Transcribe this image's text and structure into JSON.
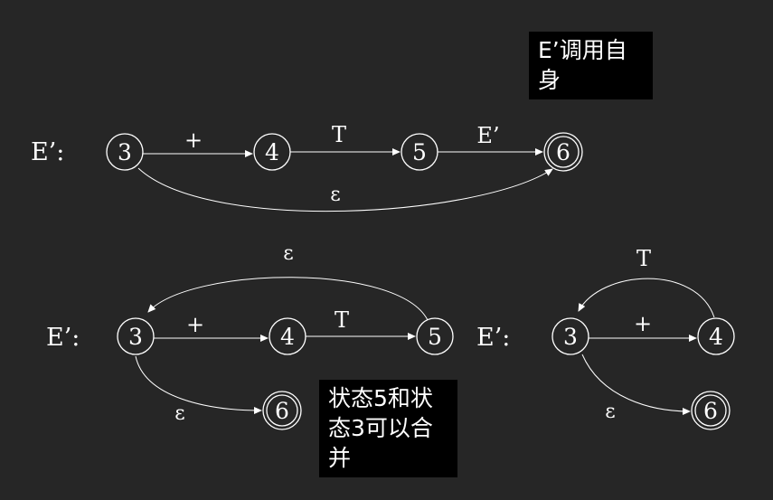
{
  "colors": {
    "background": "#262626",
    "stroke": "#ffffff",
    "note_background": "#000000"
  },
  "diagrams": [
    {
      "label": "E’:",
      "states": [
        {
          "id": "a3",
          "label": "3",
          "accepting": false
        },
        {
          "id": "a4",
          "label": "4",
          "accepting": false
        },
        {
          "id": "a5",
          "label": "5",
          "accepting": false
        },
        {
          "id": "a6",
          "label": "6",
          "accepting": true
        }
      ],
      "transitions": [
        {
          "from": "3",
          "to": "4",
          "label": "+"
        },
        {
          "from": "4",
          "to": "5",
          "label": "T"
        },
        {
          "from": "5",
          "to": "6",
          "label": "E’"
        },
        {
          "from": "3",
          "to": "6",
          "label": "ε"
        }
      ]
    },
    {
      "label": "E’:",
      "states": [
        {
          "id": "b3",
          "label": "3",
          "accepting": false
        },
        {
          "id": "b4",
          "label": "4",
          "accepting": false
        },
        {
          "id": "b5",
          "label": "5",
          "accepting": false
        },
        {
          "id": "b6",
          "label": "6",
          "accepting": true
        }
      ],
      "transitions": [
        {
          "from": "3",
          "to": "4",
          "label": "+"
        },
        {
          "from": "4",
          "to": "5",
          "label": "T"
        },
        {
          "from": "5",
          "to": "3",
          "label": "ε"
        },
        {
          "from": "3",
          "to": "6",
          "label": "ε"
        }
      ]
    },
    {
      "label": "E’:",
      "states": [
        {
          "id": "c3",
          "label": "3",
          "accepting": false
        },
        {
          "id": "c4",
          "label": "4",
          "accepting": false
        },
        {
          "id": "c6",
          "label": "6",
          "accepting": true
        }
      ],
      "transitions": [
        {
          "from": "3",
          "to": "4",
          "label": "+"
        },
        {
          "from": "4",
          "to": "3",
          "label": "T"
        },
        {
          "from": "3",
          "to": "6",
          "label": "ε"
        }
      ]
    }
  ],
  "notes": {
    "self_call": [
      "E’调用自",
      "身"
    ],
    "merge": [
      "状态5和状",
      "态3可以合",
      "并"
    ]
  }
}
